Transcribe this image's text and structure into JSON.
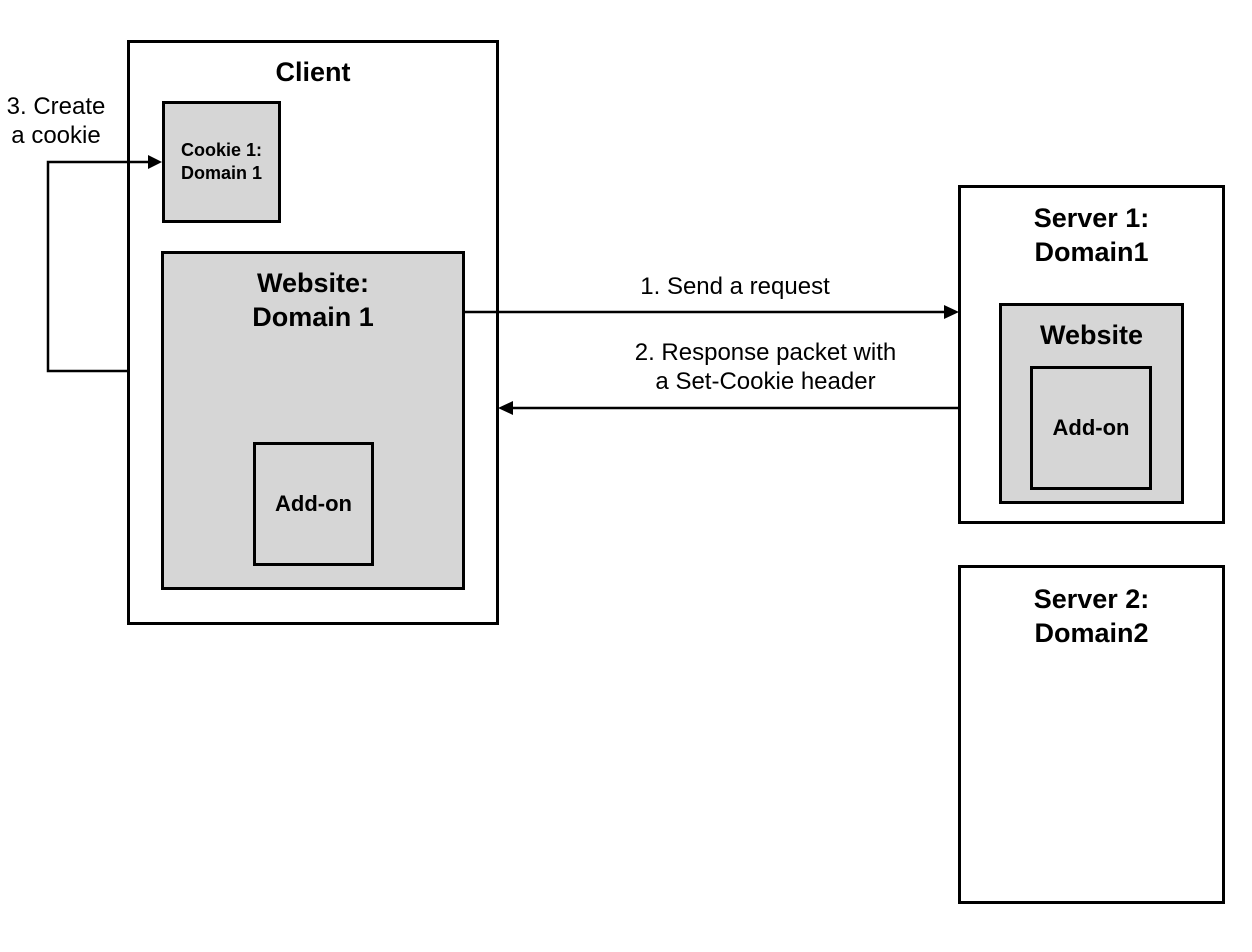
{
  "client": {
    "title": "Client",
    "cookie_label": "Cookie 1:\nDomain 1",
    "website_label": "Website:\nDomain 1",
    "addon_label": "Add-on"
  },
  "server1": {
    "title": "Server 1:\nDomain1",
    "website_label": "Website",
    "addon_label": "Add-on"
  },
  "server2": {
    "title": "Server 2:\nDomain2"
  },
  "arrows": {
    "request_label": "1. Send a request",
    "response_label": "2. Response packet with\na Set-Cookie header",
    "cookie_create_label": "3. Create\na cookie"
  }
}
